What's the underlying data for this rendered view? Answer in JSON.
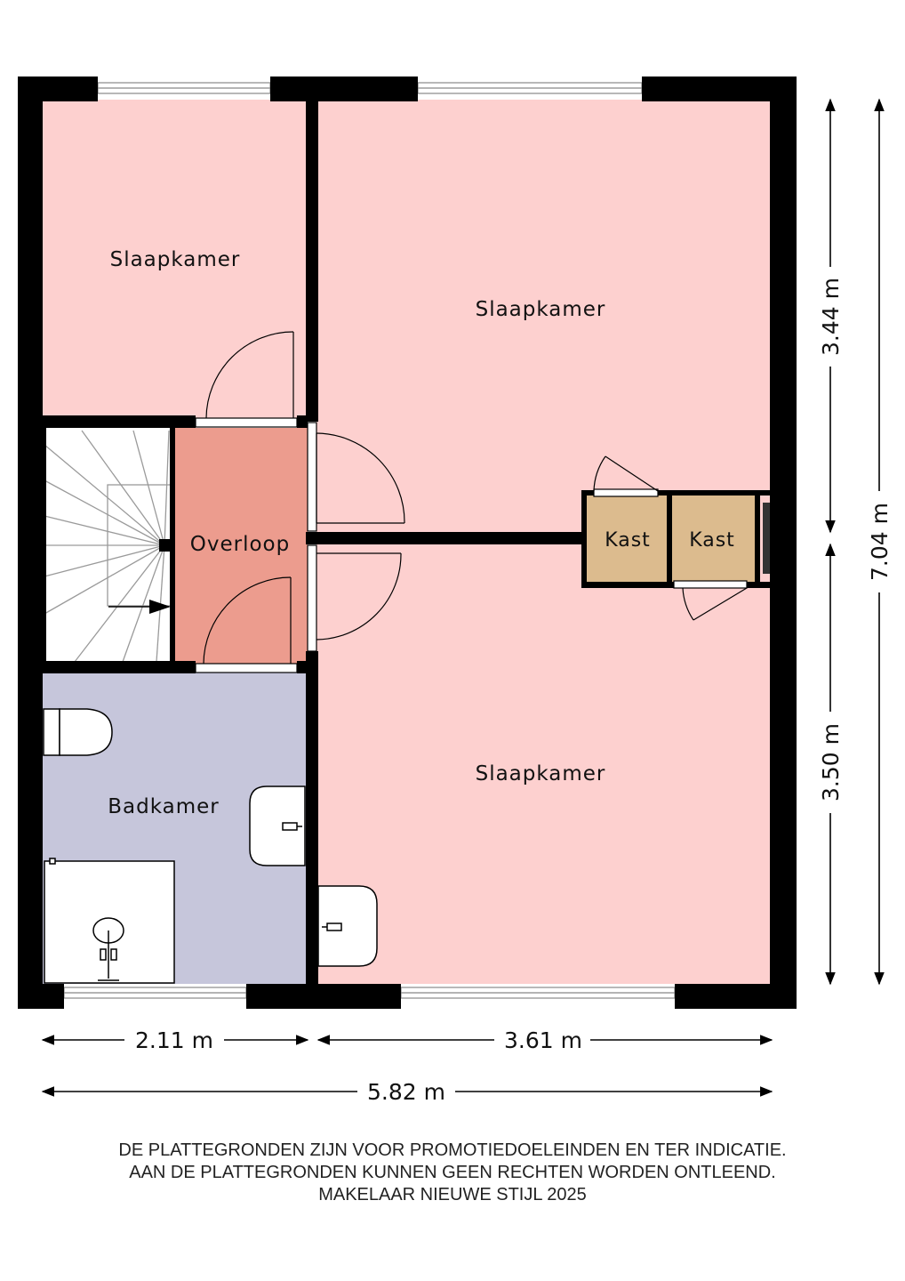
{
  "rooms": {
    "slaapkamer_top_left": "Slaapkamer",
    "slaapkamer_top_right": "Slaapkamer",
    "slaapkamer_bottom_right": "Slaapkamer",
    "overloop": "Overloop",
    "badkamer": "Badkamer",
    "kast_left": "Kast",
    "kast_right": "Kast"
  },
  "dimensions": {
    "width_left": "2.11 m",
    "width_right": "3.61 m",
    "width_total": "5.82 m",
    "height_top": "3.44 m",
    "height_bottom": "3.50 m",
    "height_total": "7.04 m"
  },
  "disclaimer": {
    "line1": "DE PLATTEGRONDEN ZIJN VOOR PROMOTIEDOELEINDEN EN TER INDICATIE.",
    "line2": "AAN DE PLATTEGRONDEN KUNNEN GEEN RECHTEN WORDEN ONTLEEND.",
    "line3": "MAKELAAR NIEUWE STIJL 2025"
  },
  "colors": {
    "bedroom": "#fdd0cf",
    "landing": "#ec9c8e",
    "bathroom": "#c6c6db",
    "closet": "#dcbb8e",
    "wall": "#000000"
  },
  "icons": [
    "staircase-icon",
    "toilet-icon",
    "sink-icon",
    "shower-icon",
    "door-swing-icon",
    "window-icon",
    "dimension-arrow-icon"
  ]
}
